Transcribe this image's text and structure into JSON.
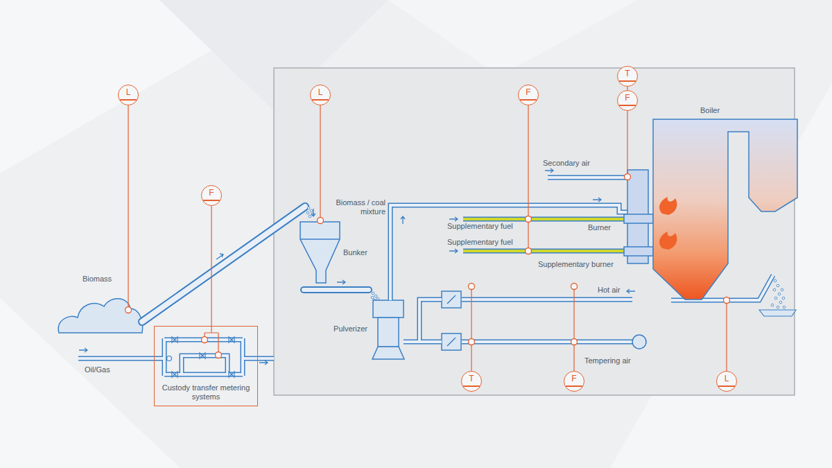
{
  "diagram": {
    "nodes": [
      {
        "text": [
          "L"
        ]
      },
      {
        "text": [
          "F"
        ]
      },
      {
        "text": [
          "Custody transfer metering systems"
        ]
      },
      {
        "text": [
          "L"
        ]
      },
      {
        "text": [
          "F"
        ]
      },
      {
        "text": [
          "T"
        ]
      },
      {
        "text": [
          "F"
        ]
      },
      {
        "text": [
          "T"
        ]
      },
      {
        "text": [
          "F"
        ]
      },
      {
        "text": [
          "L"
        ]
      }
    ],
    "edges": [
      {
        "from": 1,
        "to": 2,
        "arrow": "none"
      },
      {
        "from": 5,
        "to": 6,
        "arrow": "none"
      }
    ],
    "labels": [
      "Boiler",
      "Secondary air",
      "Biomass / coal mixture",
      "Supplementary fuel",
      "Burner",
      "Supplementary fuel",
      "Bunker",
      "Supplementary burner",
      "Biomass",
      "Hot air",
      "Pulverizer",
      "Tempering air",
      "Oil/Gas"
    ]
  }
}
